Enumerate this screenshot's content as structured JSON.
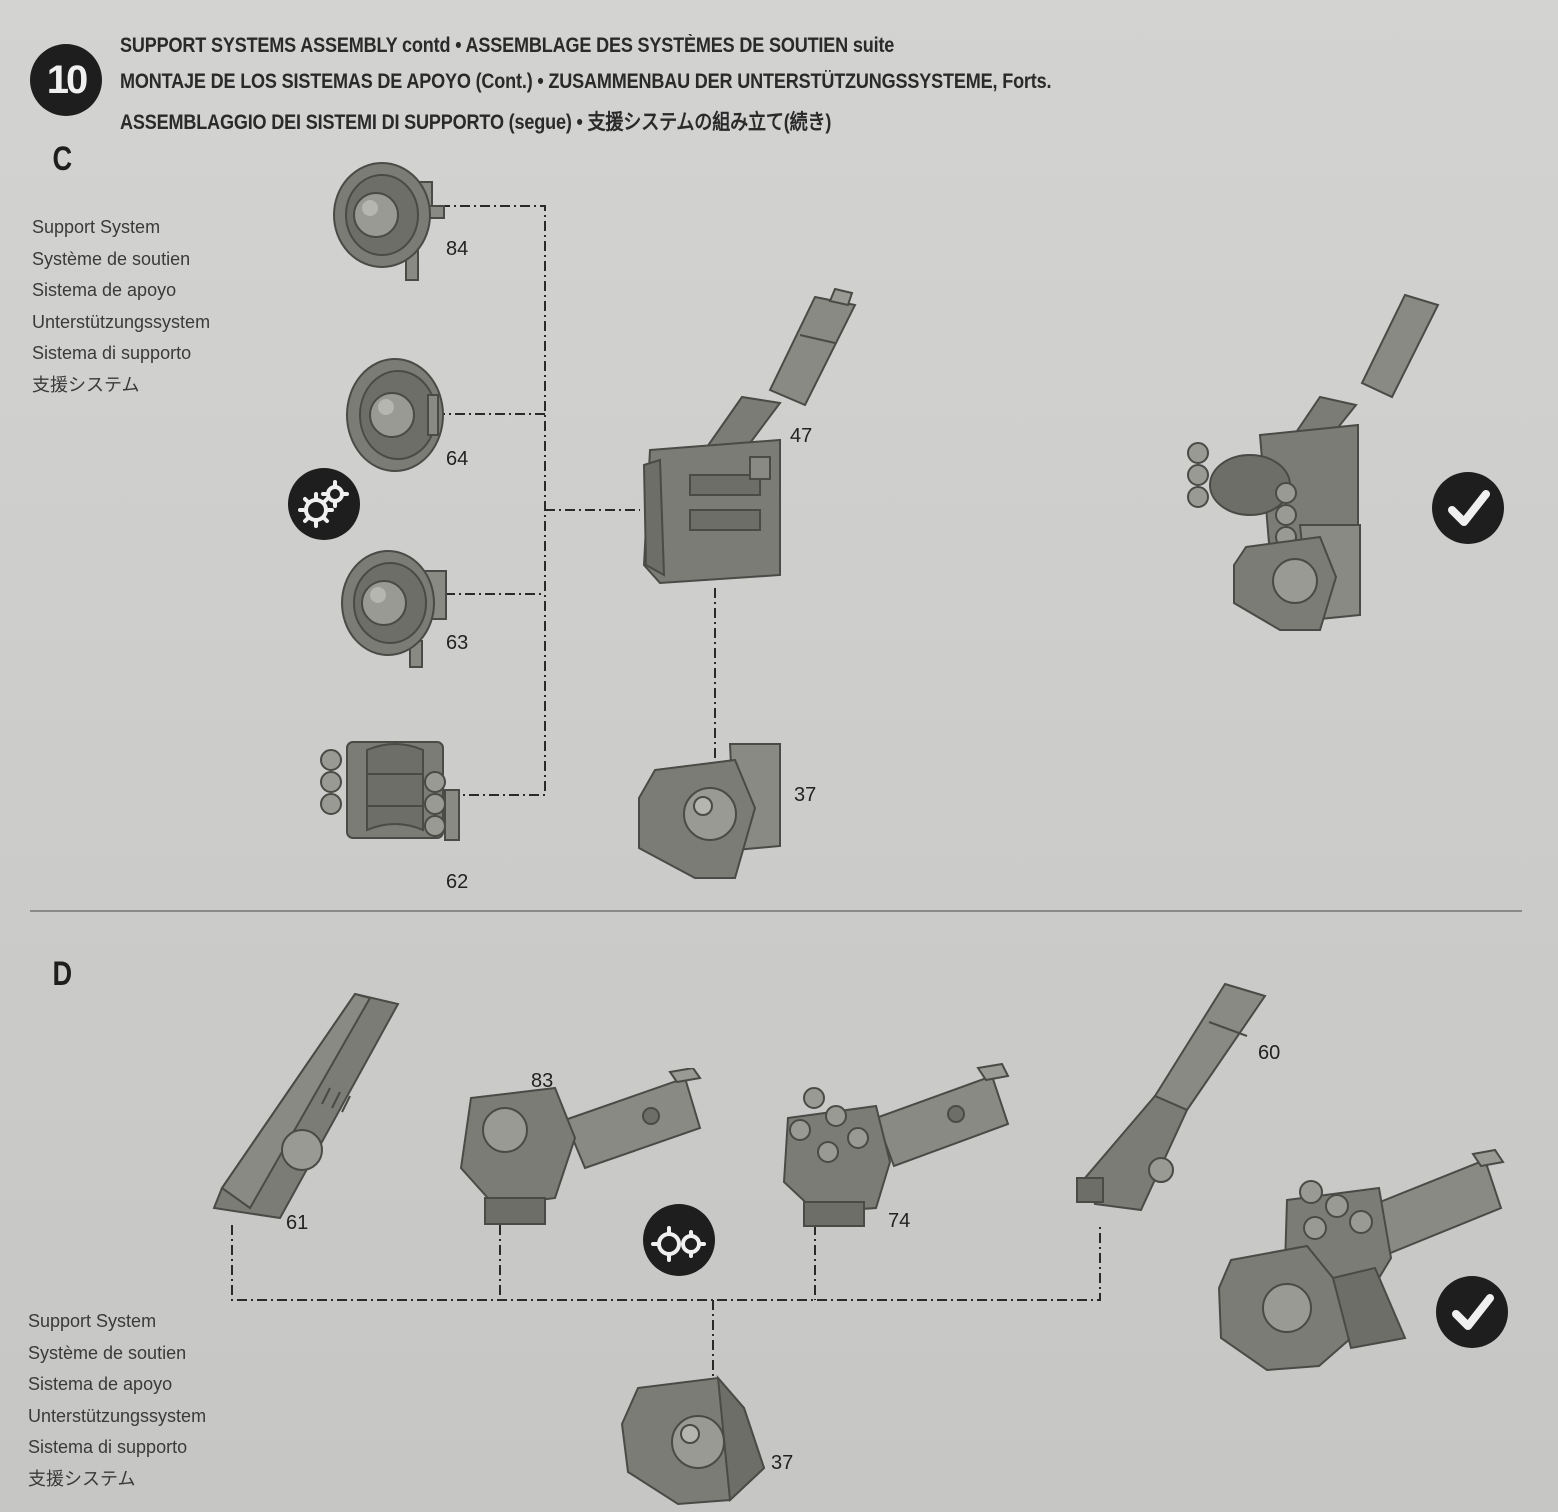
{
  "step": {
    "number": "10",
    "heading_line1": "SUPPORT SYSTEMS ASSEMBLY contd • ASSEMBLAGE DES SYSTÈMES DE SOUTIEN suite",
    "heading_line2": "MONTAJE DE LOS SISTEMAS DE APOYO (Cont.) • ZUSAMMENBAU DER UNTERSTÜTZUNGSSYSTEME, Forts.",
    "heading_line3": "ASSEMBLAGGIO DEI SISTEMI DI SUPPORTO (segue) • 支援システムの組み立て(続き)"
  },
  "section_c": {
    "letter": "C",
    "description": [
      "Support System",
      "Système de soutien",
      "Sistema de apoyo",
      "Unterstützungssystem",
      "Sistema di supporto",
      "支援システム"
    ],
    "parts": {
      "p84": "84",
      "p64": "64",
      "p63": "63",
      "p62": "62",
      "p47": "47",
      "p37": "37"
    },
    "gears_icon": "gears-icon",
    "check_icon": "checkmark-icon"
  },
  "section_d": {
    "letter": "D",
    "description": [
      "Support System",
      "Système de soutien",
      "Sistema de apoyo",
      "Unterstützungssystem",
      "Sistema di supporto",
      "支援システム"
    ],
    "parts": {
      "p61": "61",
      "p83": "83",
      "p74": "74",
      "p60": "60",
      "p37": "37"
    },
    "gears_icon": "gears-icon",
    "check_icon": "checkmark-icon"
  },
  "colors": {
    "part_fill": "#7c7c76",
    "part_shadow": "#5e5e59",
    "part_light": "#9a9a94",
    "badge": "#1e1e1e"
  }
}
